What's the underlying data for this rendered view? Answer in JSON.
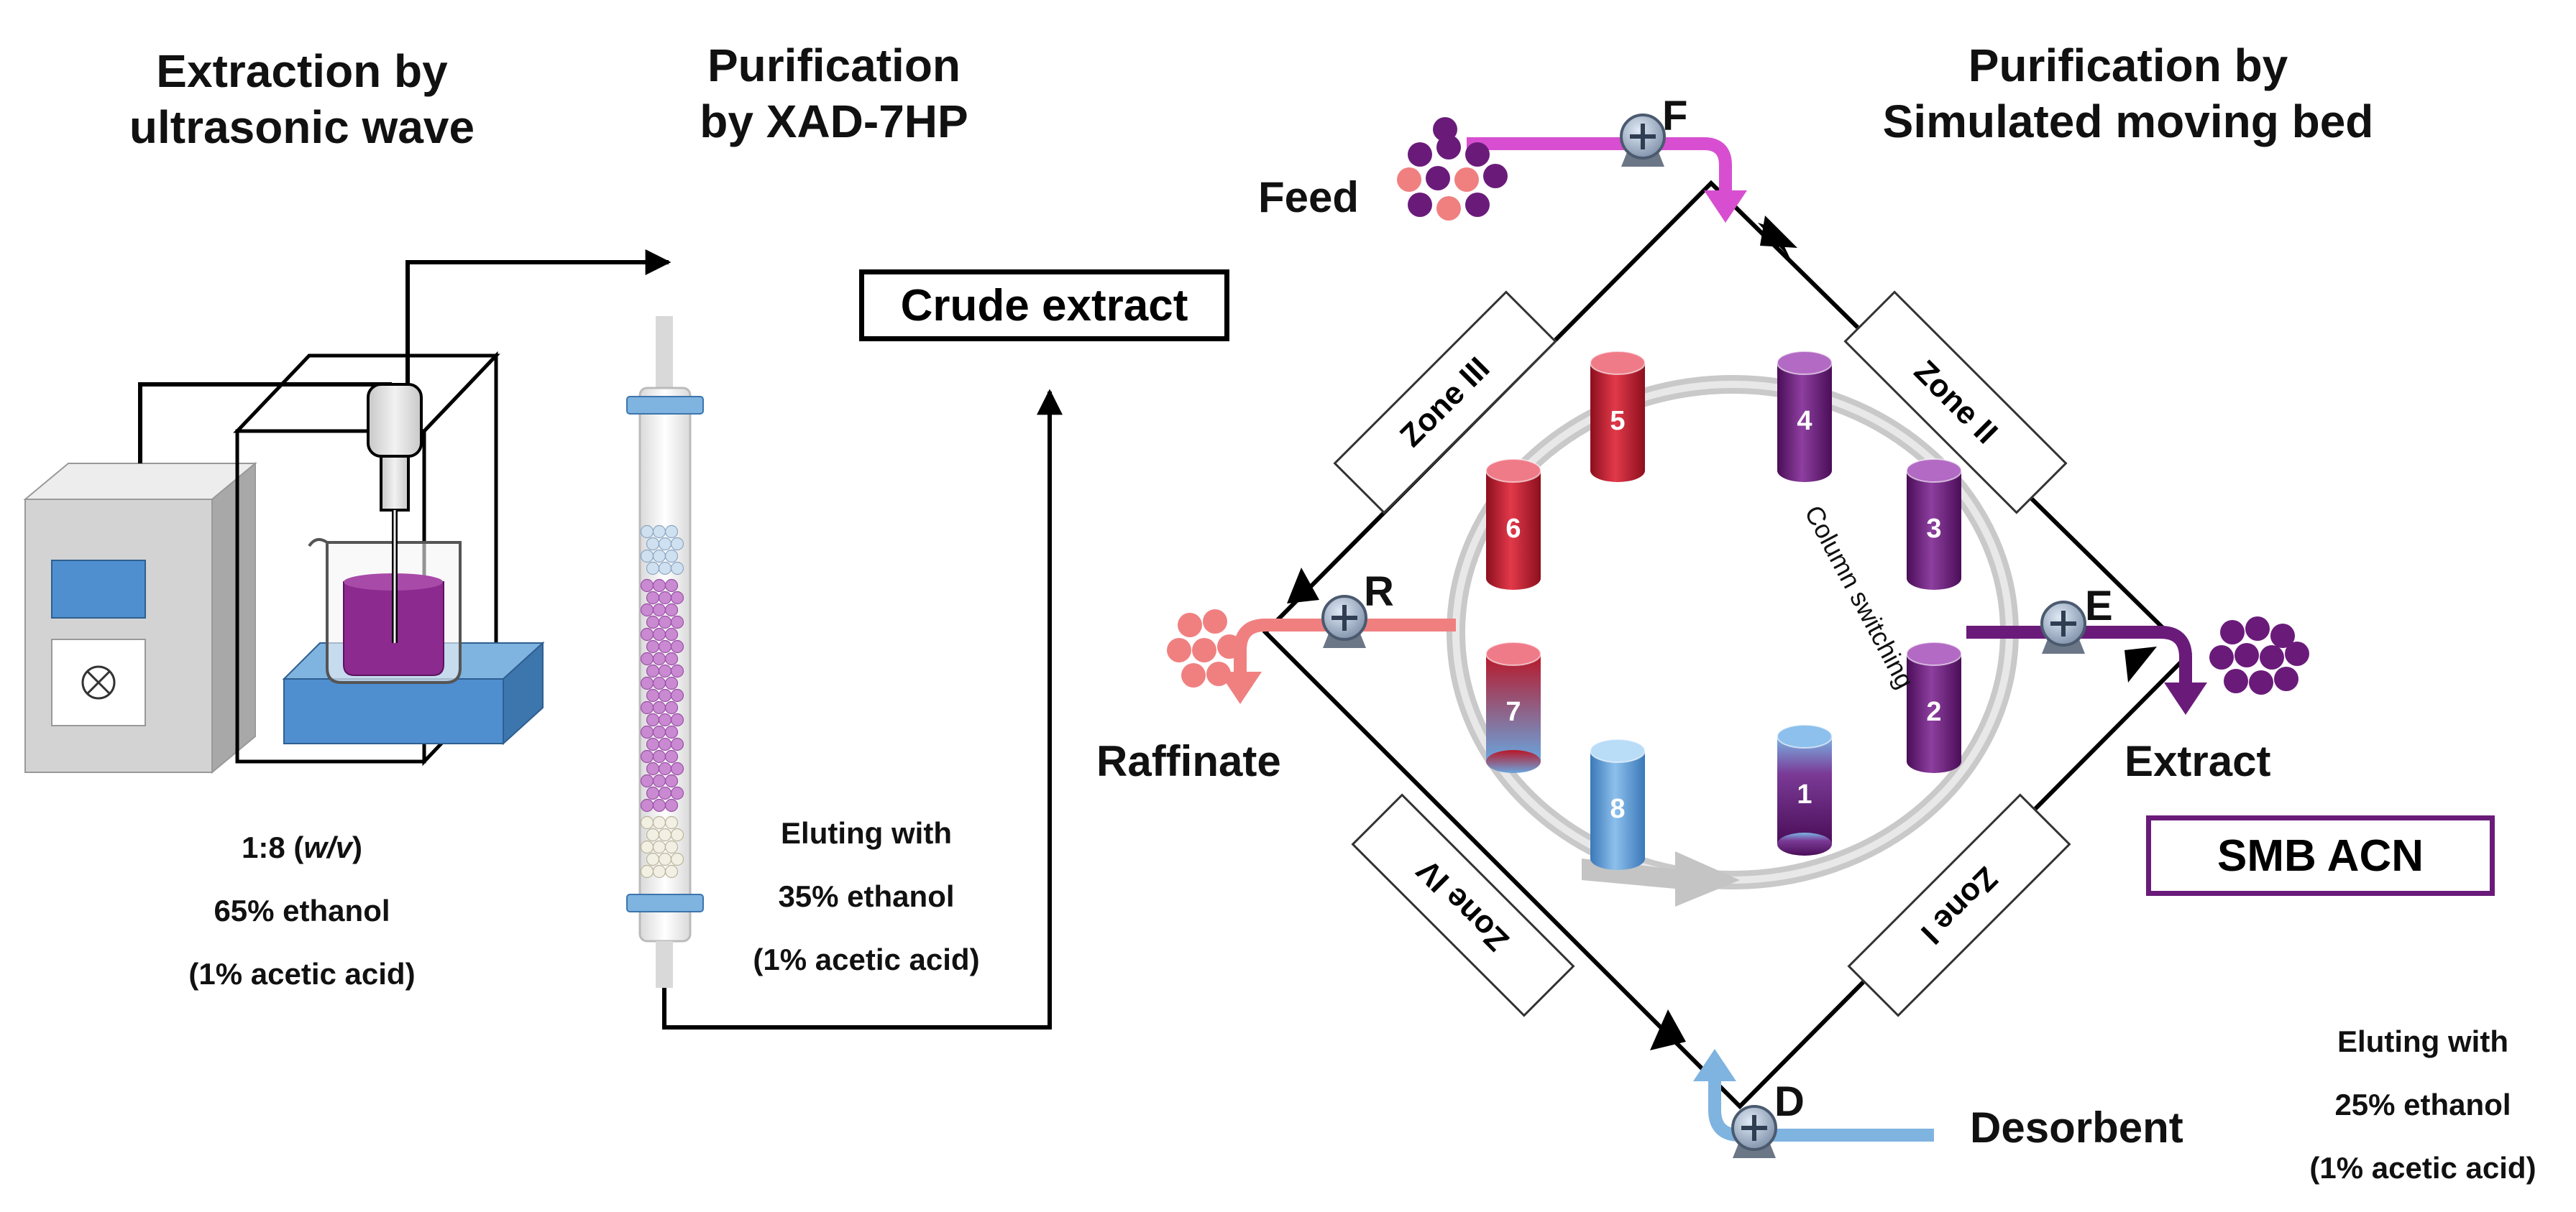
{
  "headings": {
    "extraction": [
      "Extraction by",
      "ultrasonic wave"
    ],
    "purification_xad": [
      "Purification",
      "by XAD-7HP"
    ],
    "purification_smb": [
      "Purification by",
      "Simulated moving bed"
    ]
  },
  "crude_extract": "Crude extract",
  "smb_acn": "SMB ACN",
  "extraction_conditions": {
    "ratio_prefix": "1:8 (",
    "ratio_unit": "w/v",
    "ratio_suffix": ")",
    "solvent": "65% ethanol",
    "additive": "(1% acetic acid)"
  },
  "xad_conditions": [
    "Eluting with",
    "35% ethanol",
    "(1% acetic acid)"
  ],
  "smb_conditions": [
    "Eluting with",
    "25% ethanol",
    "(1% acetic acid)"
  ],
  "streams": {
    "feed": "Feed",
    "raffinate": "Raffinate",
    "extract": "Extract",
    "desorbent": "Desorbent"
  },
  "pumps": {
    "f": "F",
    "r": "R",
    "e": "E",
    "d": "D"
  },
  "zones": {
    "zone1": "Zone I",
    "zone2": "Zone II",
    "zone3": "Zone III",
    "zone4": "Zone IV"
  },
  "column_switching": "Column switching",
  "columns": [
    "1",
    "2",
    "3",
    "4",
    "5",
    "6",
    "7",
    "8"
  ],
  "colors": {
    "purple": "#6a1b7a",
    "red": "#c0192b",
    "blue": "#5b9bd5",
    "feed_pink": "#d74fd0",
    "raffinate_pink": "#f08080",
    "desorbent_blue": "#7fb3e0",
    "base_blue": "#4f8fd0"
  }
}
